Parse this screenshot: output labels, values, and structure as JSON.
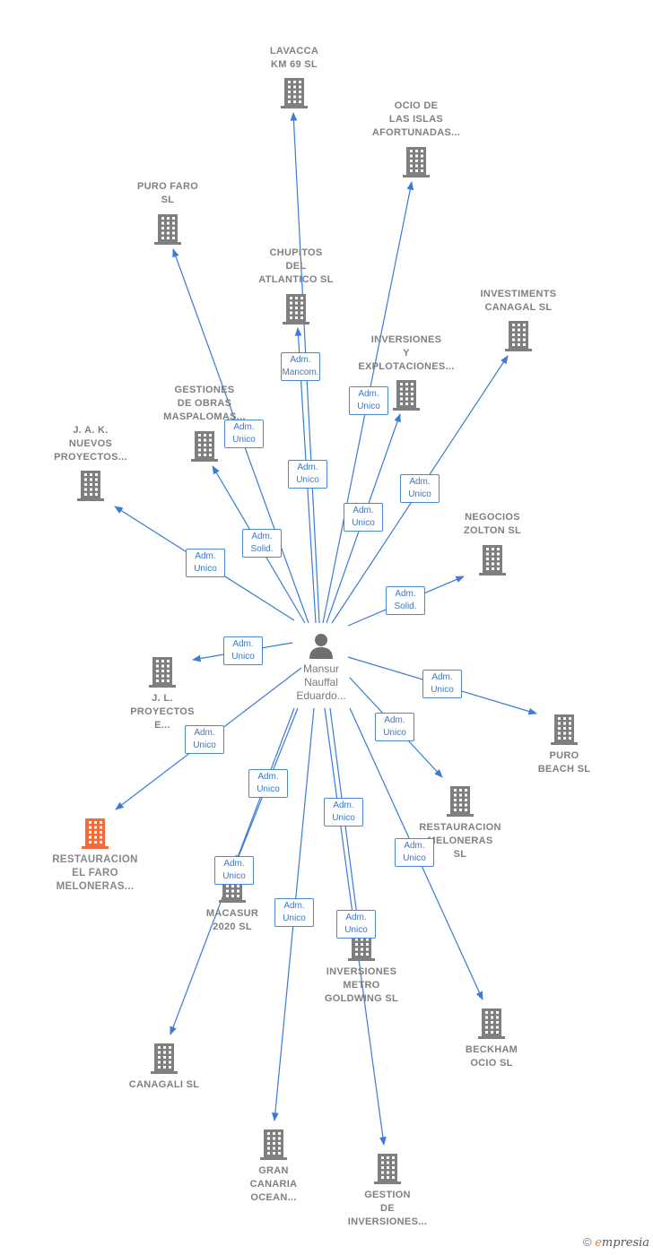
{
  "center": {
    "name": "Mansur\nNauffal\nEduardo..."
  },
  "nodes": [
    {
      "id": "lavacca",
      "label": "LAVACCA\nKM 69  SL",
      "type": "company",
      "highlight": false
    },
    {
      "id": "ocio",
      "label": "OCIO DE\nLAS ISLAS\nAFORTUNADAS...",
      "type": "company",
      "highlight": false
    },
    {
      "id": "purofaro",
      "label": "PURO FARO\nSL",
      "type": "company",
      "highlight": false
    },
    {
      "id": "chupitos",
      "label": "CHUPITOS\nDEL\nATLANTICO SL",
      "type": "company",
      "highlight": false
    },
    {
      "id": "investiments",
      "label": "INVESTIMENTS\nCANAGAL  SL",
      "type": "company",
      "highlight": false
    },
    {
      "id": "inversionesyexp",
      "label": "INVERSIONES\nY\nEXPLOTACIONES...",
      "type": "company",
      "highlight": false
    },
    {
      "id": "gestionesobras",
      "label": "GESTIONES\nDE OBRAS\nMASPALOMAS...",
      "type": "company",
      "highlight": false
    },
    {
      "id": "jak",
      "label": "J.  A. K.\nNUEVOS\nPROYECTOS...",
      "type": "company",
      "highlight": false
    },
    {
      "id": "negocios",
      "label": "NEGOCIOS\nZOLTON SL",
      "type": "company",
      "highlight": false
    },
    {
      "id": "jl",
      "label": "J. L.\nPROYECTOS\nE...",
      "type": "company",
      "highlight": false
    },
    {
      "id": "purobeach",
      "label": "PURO\nBEACH  SL",
      "type": "company",
      "highlight": false
    },
    {
      "id": "restfaro",
      "label": "RESTAURACION\nEL FARO\nMELONERAS...",
      "type": "company",
      "highlight": true
    },
    {
      "id": "restmel",
      "label": "RESTAURACION\nMELONERAS\nSL",
      "type": "company",
      "highlight": false
    },
    {
      "id": "macasur",
      "label": "MACASUR\n2020  SL",
      "type": "company",
      "highlight": false
    },
    {
      "id": "metro",
      "label": "INVERSIONES\nMETRO\nGOLDWING  SL",
      "type": "company",
      "highlight": false
    },
    {
      "id": "beckham",
      "label": "BECKHAM\nOCIO  SL",
      "type": "company",
      "highlight": false
    },
    {
      "id": "canagali",
      "label": "CANAGALI  SL",
      "type": "company",
      "highlight": false
    },
    {
      "id": "grancanaria",
      "label": "GRAN\nCANARIA\nOCEAN...",
      "type": "company",
      "highlight": false
    },
    {
      "id": "gestioninv",
      "label": "GESTION\nDE\nINVERSIONES...",
      "type": "company",
      "highlight": false
    }
  ],
  "edges": [
    {
      "to": "lavacca",
      "label": "Adm.\nMancom."
    },
    {
      "to": "ocio",
      "label": "Adm.\nUnico"
    },
    {
      "to": "purofaro",
      "label": "Adm.\nUnico"
    },
    {
      "to": "chupitos",
      "label": "Adm.\nUnico"
    },
    {
      "to": "investiments",
      "label": "Adm.\nUnico"
    },
    {
      "to": "inversionesyexp",
      "label": "Adm.\nUnico"
    },
    {
      "to": "gestionesobras",
      "label": "Adm.\nSolid."
    },
    {
      "to": "jak",
      "label": "Adm.\nUnico"
    },
    {
      "to": "negocios",
      "label": "Adm.\nSolid."
    },
    {
      "to": "jl",
      "label": "Adm.\nUnico"
    },
    {
      "to": "purobeach",
      "label": "Adm.\nUnico"
    },
    {
      "to": "restfaro",
      "label": "Adm.\nUnico"
    },
    {
      "to": "restmel",
      "label": "Adm.\nUnico"
    },
    {
      "to": "macasur",
      "label": "Adm.\nUnico"
    },
    {
      "to": "metro",
      "label": "Adm.\nUnico"
    },
    {
      "to": "beckham",
      "label": "Adm.\nUnico"
    },
    {
      "to": "canagali",
      "label": "Adm.\nUnico"
    },
    {
      "to": "grancanaria",
      "label": "Adm.\nUnico"
    },
    {
      "to": "gestioninv",
      "label": "Adm.\nUnico"
    }
  ],
  "colors": {
    "edge": "#3a7bd5",
    "company": "#7f7f7f",
    "highlight": "#f26b3a",
    "person": "#6f6f6f"
  },
  "brand": {
    "copyright": "©",
    "name_first": "e",
    "name_rest": "mpresia"
  }
}
